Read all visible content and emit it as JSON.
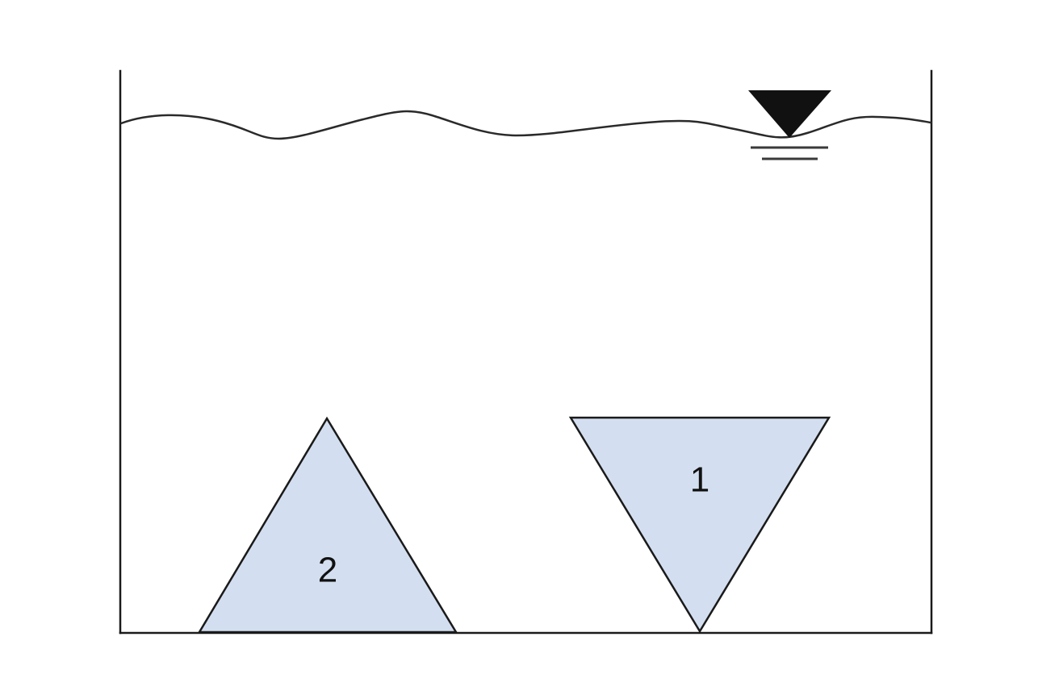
{
  "diagram": {
    "objects": [
      {
        "id": "triangle-1",
        "label": "1",
        "orientation": "inverted"
      },
      {
        "id": "triangle-2",
        "label": "2",
        "orientation": "upright"
      }
    ],
    "water_level_symbol": "inverted-triangle-with-lines",
    "colors": {
      "block_fill": "#d3dff0",
      "outline": "#1a1a1a",
      "background": "#ffffff"
    }
  }
}
